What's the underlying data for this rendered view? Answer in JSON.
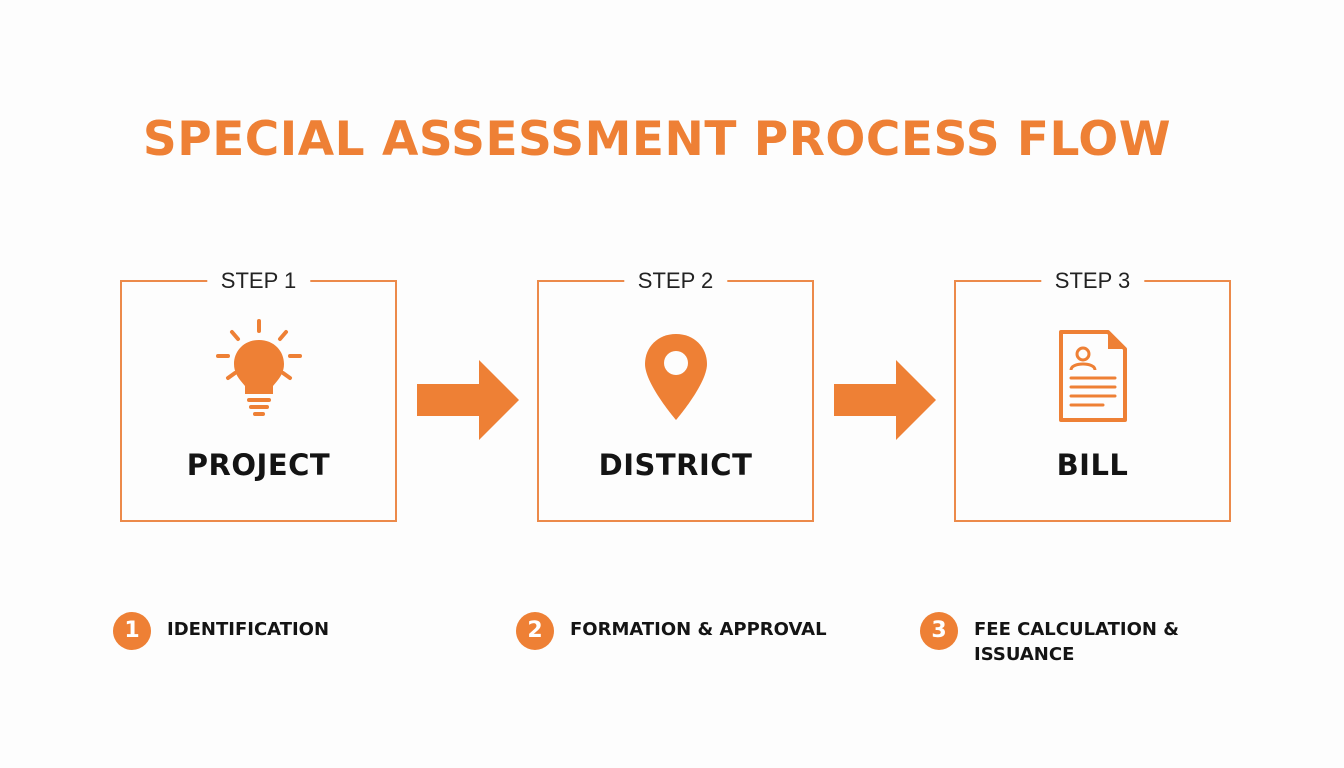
{
  "title": "SPECIAL ASSESSMENT PROCESS FLOW",
  "colors": {
    "accent": "#ee8035",
    "box_border": "#ec8a4a",
    "text": "#141414"
  },
  "steps": [
    {
      "label": "STEP 1",
      "name": "PROJECT",
      "icon": "lightbulb-icon"
    },
    {
      "label": "STEP 2",
      "name": "DISTRICT",
      "icon": "location-pin-icon"
    },
    {
      "label": "STEP 3",
      "name": "BILL",
      "icon": "document-icon"
    }
  ],
  "arrows": [
    "right-arrow-icon",
    "right-arrow-icon"
  ],
  "legend": [
    {
      "number": "1",
      "text": "IDENTIFICATION"
    },
    {
      "number": "2",
      "text": "FORMATION & APPROVAL"
    },
    {
      "number": "3",
      "text": "FEE CALCULATION & ISSUANCE"
    }
  ]
}
